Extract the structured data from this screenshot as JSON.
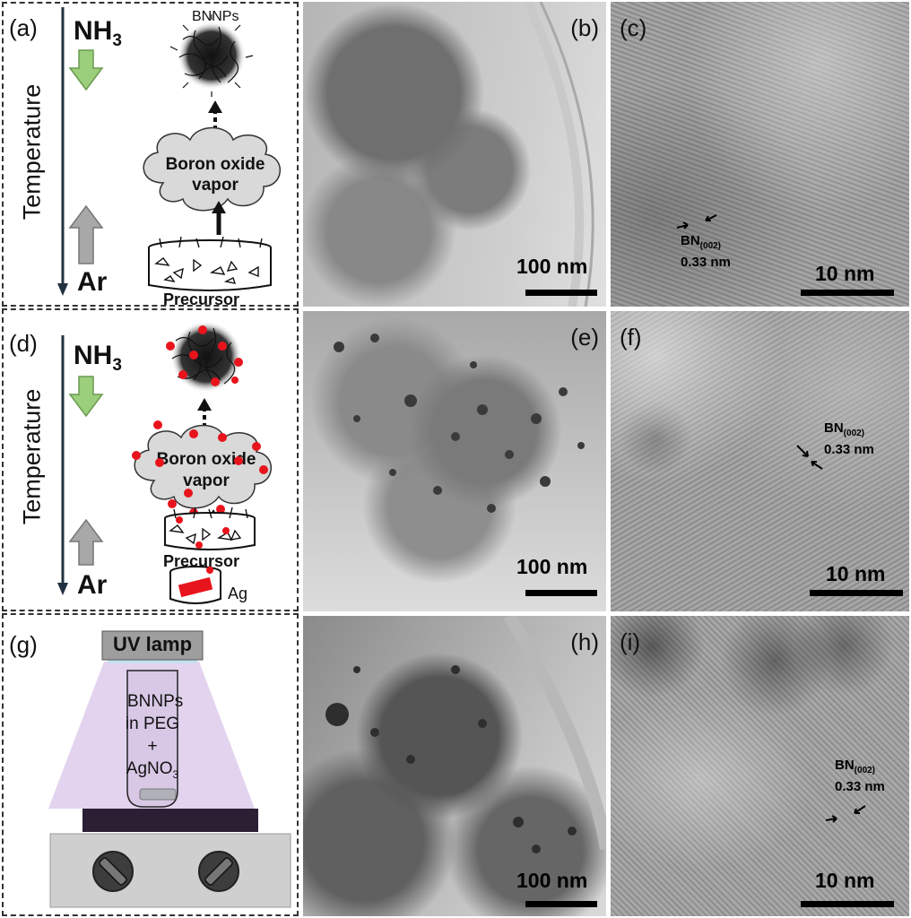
{
  "panels": {
    "a": {
      "label": "(a)",
      "top_gas": "NH",
      "top_gas_sub": "3",
      "axis_label": "Temperature",
      "bottom_gas": "Ar",
      "product": "BNNPs",
      "cloud_line1": "Boron oxide",
      "cloud_line2": "vapor",
      "source": "Precursor"
    },
    "b": {
      "label": "(b)",
      "scale": "100 nm"
    },
    "c": {
      "label": "(c)",
      "lattice": "BN",
      "lattice_sub": "(002)",
      "spacing": "0.33 nm",
      "scale": "10 nm"
    },
    "d": {
      "label": "(d)",
      "top_gas": "NH",
      "top_gas_sub": "3",
      "axis_label": "Temperature",
      "bottom_gas": "Ar",
      "cloud_line1": "Boron oxide",
      "cloud_line2": "vapor",
      "source": "Precursor",
      "metal": "Ag"
    },
    "e": {
      "label": "(e)",
      "scale": "100 nm"
    },
    "f": {
      "label": "(f)",
      "lattice": "BN",
      "lattice_sub": "(002)",
      "spacing": "0.33 nm",
      "scale": "10 nm"
    },
    "g": {
      "label": "(g)",
      "lamp": "UV lamp",
      "line1": "BNNPs",
      "line2": "in PEG",
      "line3": "+",
      "line4": "AgNO",
      "line4_sub": "3"
    },
    "h": {
      "label": "(h)",
      "scale": "100 nm"
    },
    "i": {
      "label": "(i)",
      "lattice": "BN",
      "lattice_sub": "(002)",
      "spacing": "0.33 nm",
      "scale": "10 nm"
    }
  },
  "colors": {
    "green_arrow": "#9bcf7c",
    "gray_arrow": "#a8a8a8",
    "silver_dot": "#e8141c",
    "uv_light": "#e3d3ee",
    "tem_bg": "#9a9a9a"
  }
}
